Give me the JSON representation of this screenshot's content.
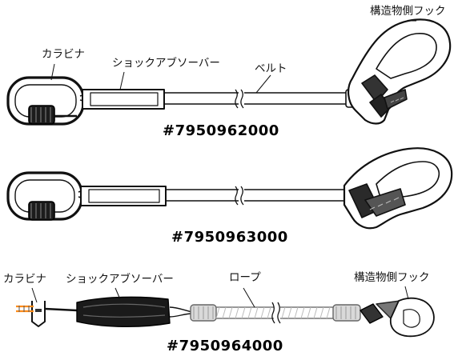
{
  "products": [
    {
      "part_number": "#7950962000",
      "labels": {
        "carabiner": "カラビナ",
        "shock_absorber": "ショックアブソーバー",
        "belt": "ベルト",
        "structure_hook": "構造物側フック"
      }
    },
    {
      "part_number": "#7950963000",
      "labels": {}
    },
    {
      "part_number": "#7950964000",
      "labels": {
        "carabiner": "カラビナ",
        "shock_absorber": "ショックアブソーバー",
        "rope": "ロープ",
        "structure_hook": "構造物側フック"
      }
    }
  ]
}
